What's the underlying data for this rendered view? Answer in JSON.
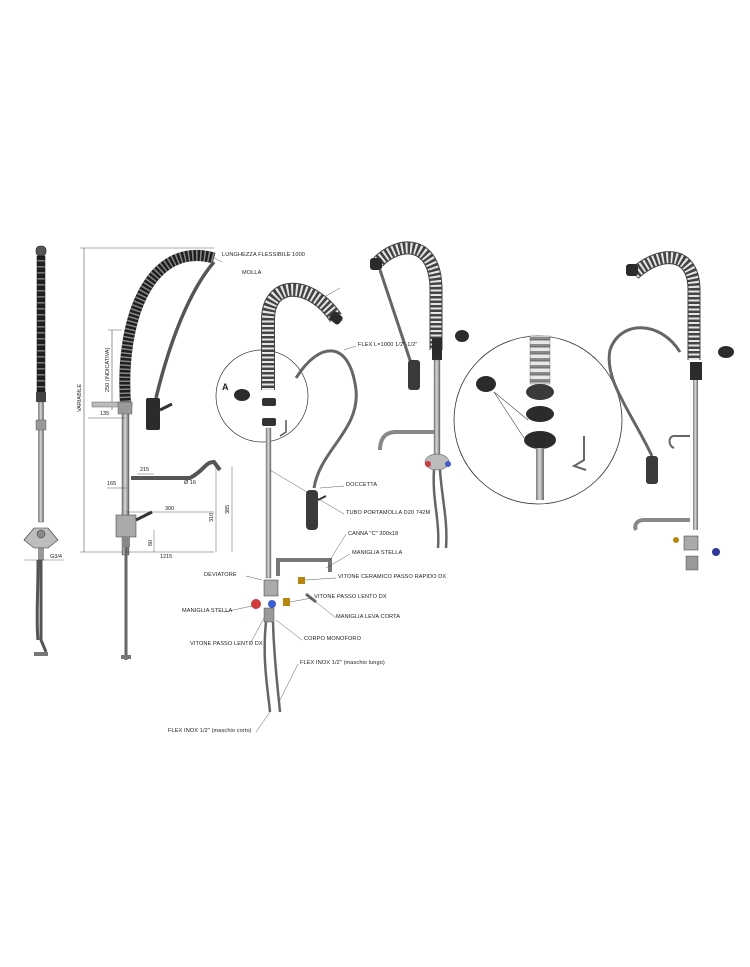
{
  "callouts": {
    "lunghezza_flessibile": "LUNGHEZZA FLESSIBILE 1000",
    "molla": "MOLLA",
    "flex_1000": "FLEX L=1000 1/2\"-1/2\"",
    "detail_marker": "A",
    "doccetta": "DOCCETTA",
    "tubo_portamolla": "TUBO PORTAMOLLA D20 742M",
    "canna_c": "CANNA \"C\" 300x18",
    "maniglia_stella_right": "MANIGLIA STELLA",
    "deviatore": "DEVIATORE",
    "vitone_ceramico": "VITONE CERAMICO PASSO RAPIDO DX",
    "vitone_passo_lento_right": "VITONE PASSO LENTO DX",
    "maniglia_stella_left": "MANIGLIA STELLA",
    "maniglia_leva_corta": "MANIGLIA LEVA CORTA",
    "corpo_monoforo": "CORPO MONOFORO",
    "vitone_passo_lento_left": "VITONE PASSO LENTO DX",
    "flex_inox_lungo": "FLEX INOX 1/2\" (maschio lungo)",
    "flex_inox_corto": "FLEX INOX 1/2\" (maschio corto)"
  },
  "dimensions": {
    "variabile": "VARIABILE",
    "d_250": "250 (INDICATIVA)",
    "d_135": "135",
    "d_215": "215",
    "d_165": "165",
    "d_300": "300",
    "d_310": "310",
    "d_385": "385",
    "d_60": "60",
    "d_1215": "1215",
    "g_34": "G3/4",
    "d_16": "Ø 16"
  },
  "colors": {
    "line": "#3a3a3a",
    "steel_light": "#c9c9c9",
    "steel_mid": "#9a9a9a",
    "steel_dark": "#6d6d6d",
    "rubber": "#2b2b2b",
    "brass": "#b8860b",
    "red_handle": "#d43a3a",
    "blue_handle": "#3a5fd4"
  }
}
